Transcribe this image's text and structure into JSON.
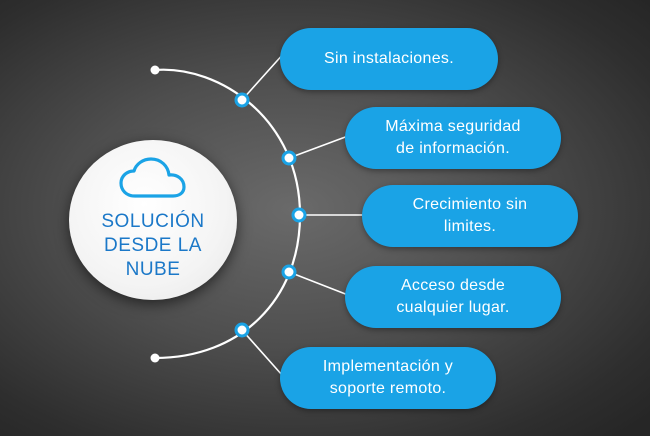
{
  "center": {
    "icon": "cloud-icon",
    "lines": [
      "SOLUCIÓN",
      "DESDE LA",
      "NUBE"
    ]
  },
  "benefits": [
    {
      "lines": [
        "Sin instalaciones."
      ]
    },
    {
      "lines": [
        "Máxima seguridad",
        "de información."
      ]
    },
    {
      "lines": [
        "Crecimiento sin",
        "limites."
      ]
    },
    {
      "lines": [
        "Acceso desde",
        "cualquier lugar."
      ]
    },
    {
      "lines": [
        "Implementación y",
        "soporte remoto."
      ]
    }
  ],
  "colors": {
    "accent": "#1aa3e6",
    "center_text": "#1b78c8",
    "background": "#4e4e4e"
  }
}
